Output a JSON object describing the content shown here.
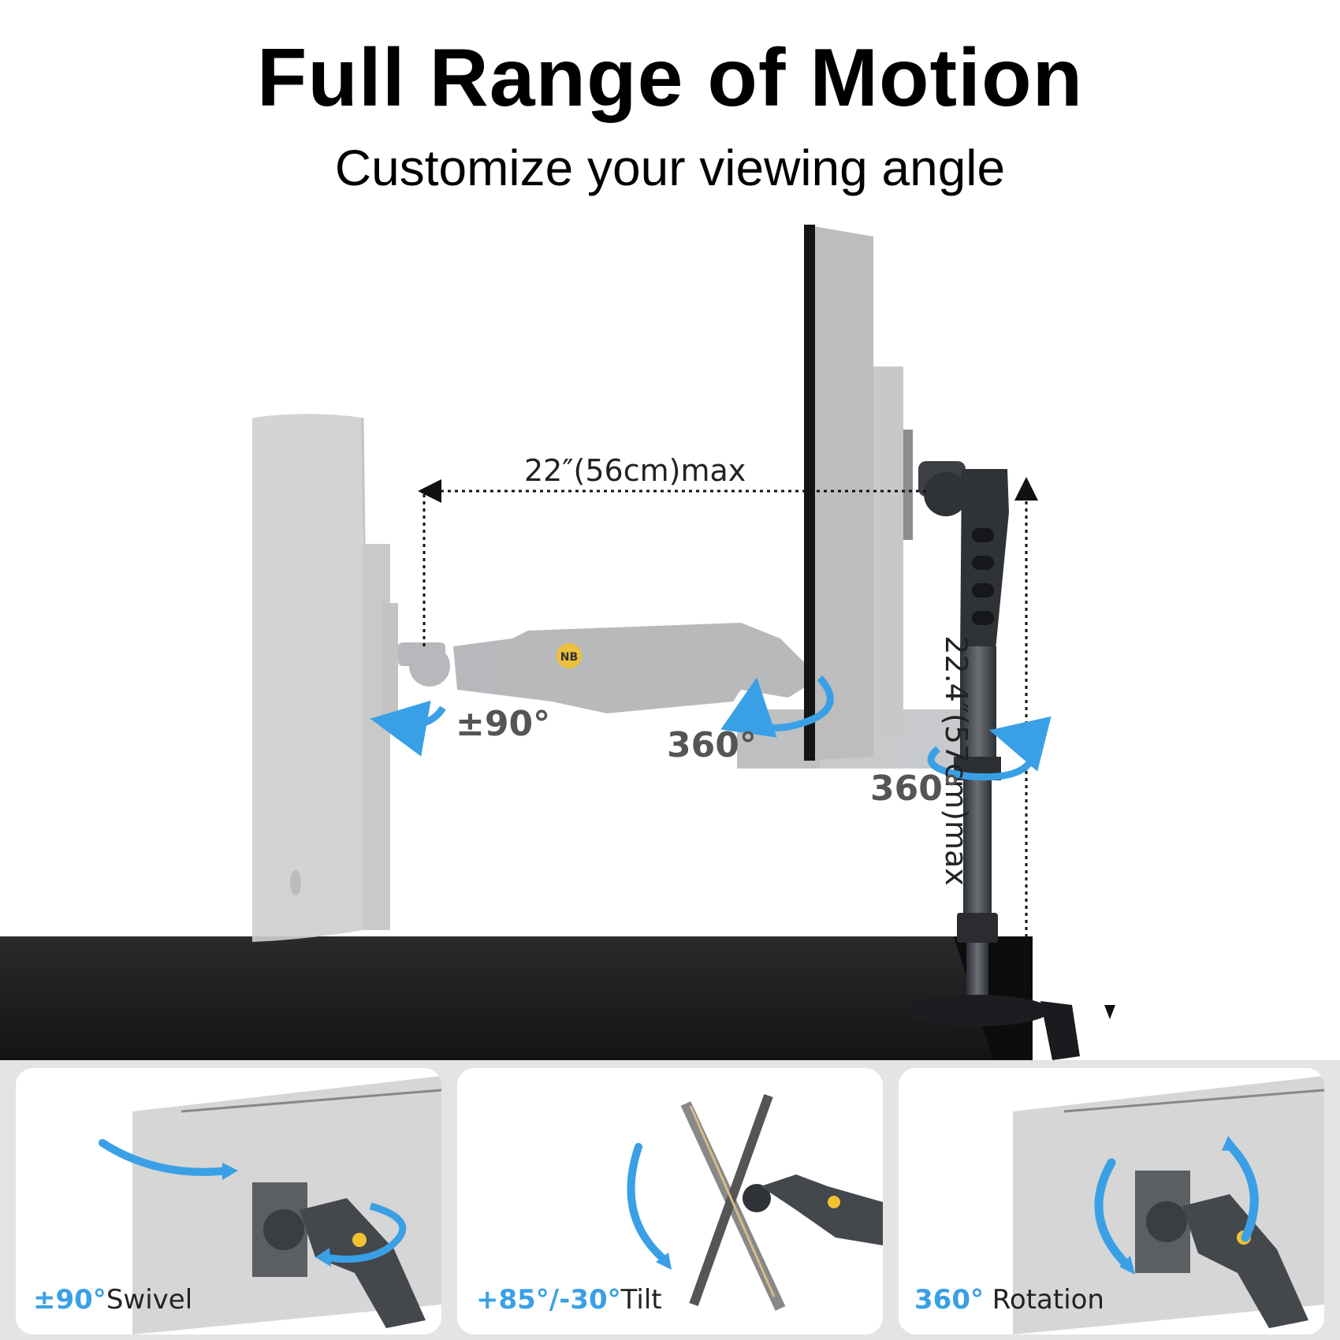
{
  "header": {
    "title": "Full Range of Motion",
    "subtitle": "Customize your viewing angle"
  },
  "hero": {
    "reach_label": "22″(56cm)max",
    "height_label": "22.4″(57cm)max",
    "swivel_label": "±90°",
    "elbow_rotation_label": "360°",
    "pole_rotation_label": "360°",
    "arm_logo": "NB"
  },
  "features": [
    {
      "value": "±90°",
      "label": "Swivel"
    },
    {
      "value": "+85°/-30°",
      "label": "Tilt"
    },
    {
      "value": "360°",
      "label": " Rotation"
    }
  ],
  "colors": {
    "accent": "#3aa0e6",
    "desk": "#1e1e1e",
    "arm": "#3c3f44",
    "monitor": "#c9c9c9"
  }
}
